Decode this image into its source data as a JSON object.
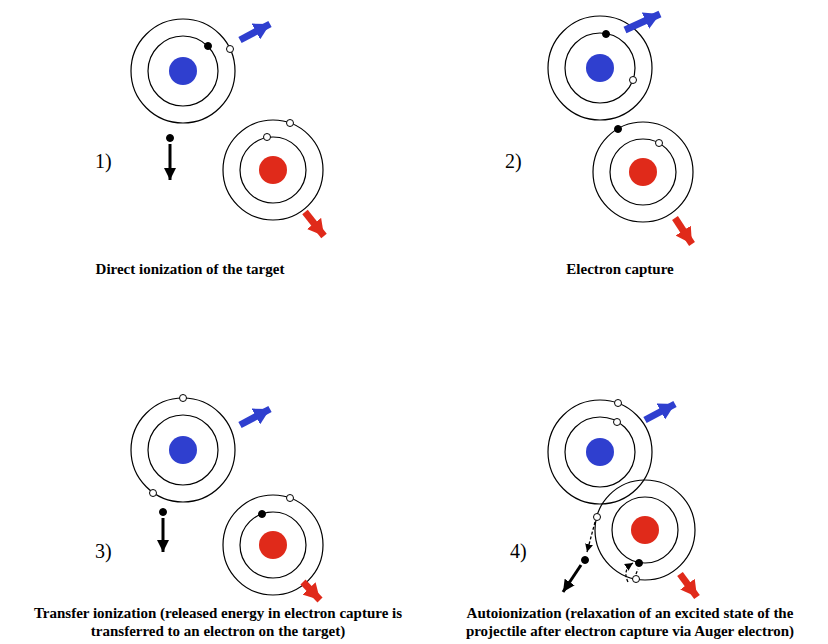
{
  "diagram": {
    "labels": [
      "1)",
      "Direct ionization of the target",
      "2)",
      "Electron capture",
      "3)",
      "Transfer ionization (released energy in electron capture is transferred to an electron on the target)",
      "4)",
      "Autoionization (relaxation of an excited state of the projectile after electron capture via Auger electron)"
    ]
  }
}
